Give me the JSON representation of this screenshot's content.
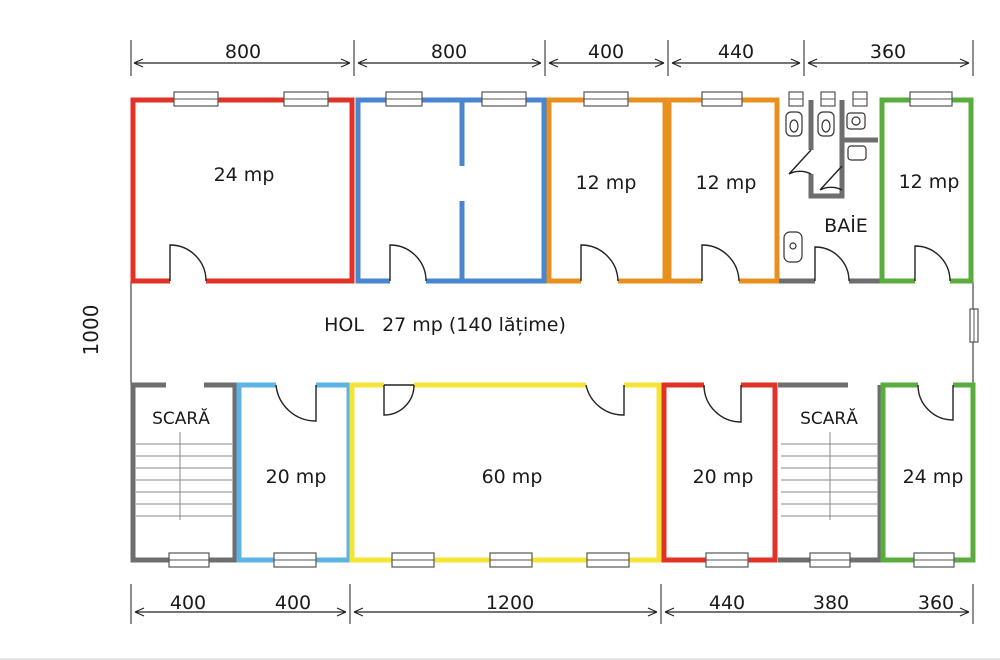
{
  "colors": {
    "red": "#e03226",
    "blue": "#4a86cf",
    "orange": "#e8901f",
    "green": "#58ad3e",
    "gray": "#6e6e6e",
    "yellow": "#f4e436",
    "lightblue": "#5db3e5"
  },
  "dimensions": {
    "top": [
      "800",
      "800",
      "400",
      "440",
      "360"
    ],
    "bottom": [
      "400",
      "400",
      "1200",
      "440",
      "380",
      "360"
    ],
    "side": "1000"
  },
  "rooms": {
    "r1": "24 mp",
    "r3": "12 mp",
    "r4": "12 mp",
    "bath": "BAİE",
    "r6": "12 mp",
    "hall": "HOL   27 mp (140 lățime)",
    "stairs_left": "SCARĂ",
    "r7": "20 mp",
    "r8": "60 mp",
    "r9": "20 mp",
    "stairs_right": "SCARĂ",
    "r10": "24 mp"
  }
}
